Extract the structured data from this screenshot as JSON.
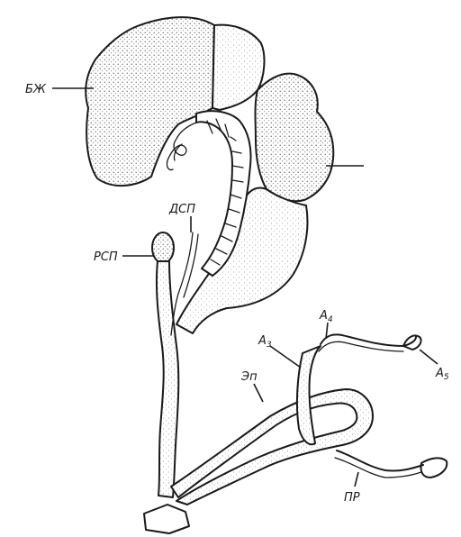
{
  "labels": {
    "bzh": "БЖ",
    "dsp": "ДСП",
    "rsp": "РСП",
    "a3": "А",
    "a3_sub": "3",
    "a4": "А",
    "a4_sub": "4",
    "a5": "А",
    "a5_sub": "5",
    "ep": "Эп",
    "pr": "ПР"
  },
  "colors": {
    "ink": "#1a1a1a",
    "paper": "#ffffff"
  }
}
